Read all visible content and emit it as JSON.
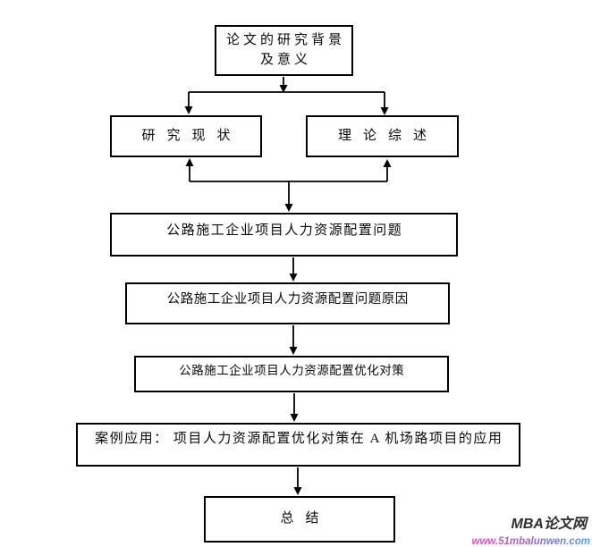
{
  "diagram": {
    "title_hint": "thesis structure flowchart",
    "nodes": {
      "background": {
        "line1": "论文的研究背景",
        "line2": "及意义"
      },
      "research_status": {
        "label": "研究现状"
      },
      "theory_review": {
        "label": "理论综述"
      },
      "problem": {
        "label": "公路施工企业项目人力资源配置问题"
      },
      "causes": {
        "label": "公路施工企业项目人力资源配置问题原因"
      },
      "strategies": {
        "label": "公路施工企业项目人力资源配置优化对策"
      },
      "case_application": {
        "label": "案例应用： 项目人力资源配置优化对策在 A 机场路项目的应用"
      },
      "summary": {
        "label": "总结"
      }
    },
    "edges": [
      "background -> research_status",
      "background -> theory_review",
      "merge(research_status, theory_review) -> problem",
      "problem -> causes",
      "causes -> strategies",
      "strategies -> case_application",
      "case_application -> summary"
    ]
  },
  "watermark": {
    "site_name": "MBA论文网",
    "site_url": "www.51mbalunwen.com",
    "site_name_color": "#2e2e2e",
    "url_gradient": [
      "#e44fb2",
      "#8f6ad2",
      "#4aa0e6"
    ]
  },
  "colors": {
    "background": "#ffffff",
    "line": "#000000",
    "box_border": "#000000",
    "text": "#0a0a0a"
  }
}
